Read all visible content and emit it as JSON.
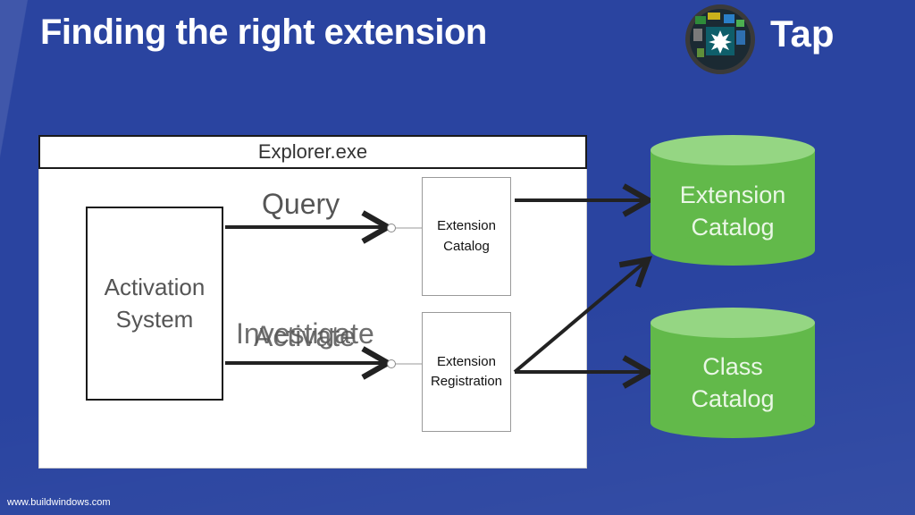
{
  "slide": {
    "title": "Finding the right extension",
    "tap_label": "Tap",
    "footer": "www.buildwindows.com"
  },
  "diagram": {
    "explorer_label": "Explorer.exe",
    "activation_line1": "Activation",
    "activation_line2": "System",
    "ext_catalog_line1": "Extension",
    "ext_catalog_line2": "Catalog",
    "ext_registration_line1": "Extension",
    "ext_registration_line2": "Registration",
    "label_query": "Query",
    "label_investigate": "Investigate",
    "label_activate": "Activate",
    "db_extension_line1": "Extension",
    "db_extension_line2": "Catalog",
    "db_class_line1": "Class",
    "db_class_line2": "Catalog"
  },
  "colors": {
    "background": "#2a44a0",
    "cylinder_green": "#62b94a",
    "cylinder_top": "#8fd27a",
    "panel": "#ffffff"
  },
  "icons": [
    "touch-tap-badge-icon"
  ]
}
